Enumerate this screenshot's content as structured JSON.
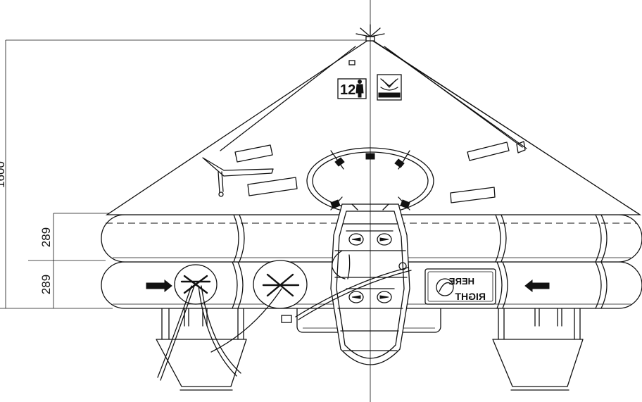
{
  "dimensions": {
    "overall_height": "1600",
    "upper_tube": "289",
    "lower_tube": "289"
  },
  "capacity_label": "12",
  "sign_text_line1": "RIGHT",
  "sign_text_line2": "HERE"
}
